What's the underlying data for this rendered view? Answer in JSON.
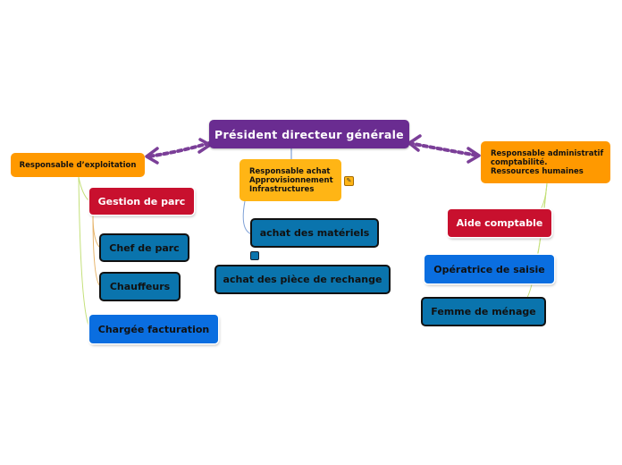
{
  "diagram": {
    "root": {
      "label": "Président directeur générale"
    },
    "branches": {
      "left": {
        "label": "Responsable d’exploitation",
        "children": [
          "Gestion de parc",
          "Chef de parc",
          "Chauffeurs",
          "Chargée facturation"
        ]
      },
      "middle": {
        "label": "Responsable achat\nApprovisionnement\nInfrastructures",
        "children": [
          "achat des matériels",
          "achat des pièce de rechange"
        ]
      },
      "right": {
        "label": "Responsable administratif\ncomptabilité.\nRessources humaines",
        "children": [
          "Aide comptable",
          "Opératrice de saisie",
          "Femme de ménage"
        ]
      }
    }
  },
  "colors": {
    "root": "#6a2c91",
    "orange": "#ff9900",
    "red": "#c8102e",
    "teal": "#0a74ad",
    "blue": "#0a6ee0",
    "connector": "#7b3f98"
  },
  "icons": [
    "note-icon",
    "collapse-icon"
  ]
}
